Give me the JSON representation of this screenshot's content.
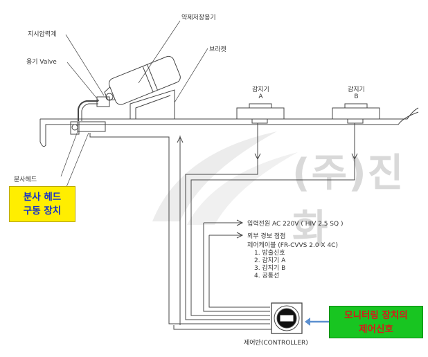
{
  "watermark": "(주)진화",
  "labels": {
    "chemical_container": "약제저장용기",
    "pressure_gauge": "지시압력계",
    "valve": "용기 Valve",
    "bracket": "브라켓",
    "detector_a_title": "감지기",
    "detector_a_letter": "A",
    "detector_b_title": "감지기",
    "detector_b_letter": "B",
    "spray_head": "분사헤드",
    "power_input": "입력전원 AC 220V ( HIV 2.5 SQ )",
    "external_alarm": "외부 경보 접점",
    "control_cable": "제어케이블 (FR-CVVS 2.0 X 4C)",
    "signal_list": [
      "1. 방출신호",
      "2. 감지기 A",
      "3. 감지기 B",
      "4. 공통선"
    ],
    "controller": "제어반(CONTROLLER)"
  },
  "callouts": {
    "spray_drive_line1": "분사 헤드",
    "spray_drive_line2": "구동 장치",
    "monitor_line1": "모니터링 장치의",
    "monitor_line2": "제어신호"
  },
  "colors": {
    "line": "#444444",
    "callout_yellow_bg": "#ffee00",
    "callout_yellow_text": "#1531c8",
    "callout_green_bg": "#18c521",
    "callout_green_text": "#d61b1b",
    "arrow_blue": "#5b8fd0"
  }
}
